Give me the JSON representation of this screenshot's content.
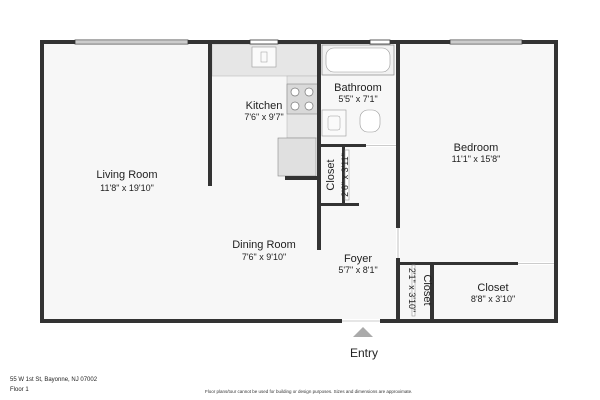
{
  "rooms": {
    "living_room": {
      "name": "Living Room",
      "dims": "11'8\" x 19'10\""
    },
    "kitchen": {
      "name": "Kitchen",
      "dims": "7'6\" x 9'7\""
    },
    "bathroom": {
      "name": "Bathroom",
      "dims": "5'5\" x 7'1\""
    },
    "bedroom": {
      "name": "Bedroom",
      "dims": "11'1\" x 15'8\""
    },
    "closet_hall": {
      "name": "Closet",
      "dims": "2'6\" x 3'11\""
    },
    "dining_room": {
      "name": "Dining Room",
      "dims": "7'6\" x 9'10\""
    },
    "foyer": {
      "name": "Foyer",
      "dims": "5'7\" x 8'1\""
    },
    "closet_foyer": {
      "name": "Closet",
      "dims": "2'1\" x 3'10\""
    },
    "closet_bedroom": {
      "name": "Closet",
      "dims": "8'8\" x 3'10\""
    }
  },
  "entry_label": "Entry",
  "footer": {
    "address": "55 W 1st St, Bayonne, NJ 07002",
    "floor": "Floor 1",
    "disclaimer": "Floor plans/tour cannot be used for building or design purposes. Sizes and dimensions are approximate."
  },
  "colors": {
    "wall": "#333333",
    "floor": "#f7f7f7",
    "fixture": "#dddddd",
    "entry_marker": "#aaaaaa"
  }
}
